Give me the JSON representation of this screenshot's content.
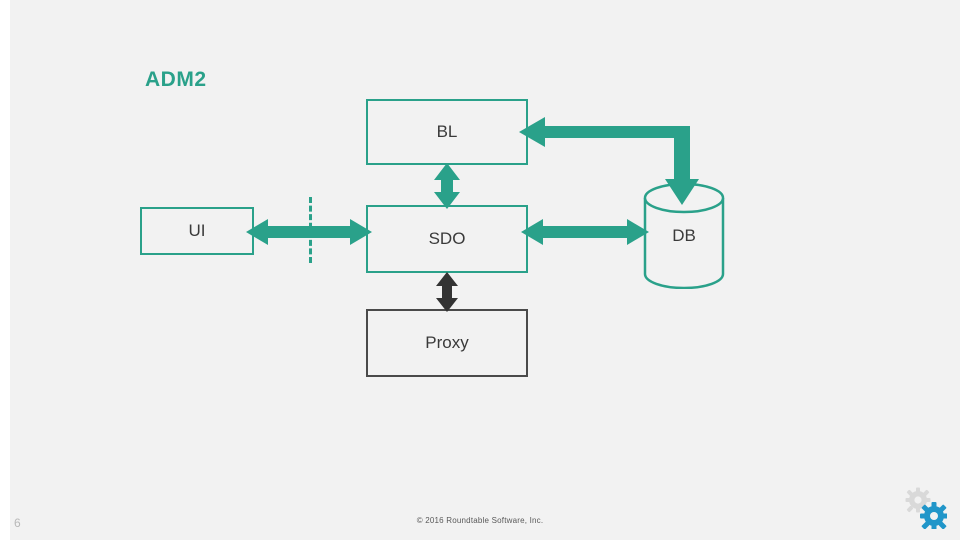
{
  "slide": {
    "title": "ADM2",
    "page_number": "6",
    "footer": "© 2016 Roundtable Software, Inc.",
    "background_color": "#f2f2f2",
    "accent_color": "#2aa18a",
    "dark_border_color": "#4a4a4a"
  },
  "diagram": {
    "type": "block-diagram",
    "nodes": [
      {
        "id": "bl",
        "label": "BL",
        "shape": "rectangle",
        "border": "teal"
      },
      {
        "id": "ui",
        "label": "UI",
        "shape": "rectangle",
        "border": "teal"
      },
      {
        "id": "sdo",
        "label": "SDO",
        "shape": "rectangle",
        "border": "teal"
      },
      {
        "id": "proxy",
        "label": "Proxy",
        "shape": "rectangle",
        "border": "dark"
      },
      {
        "id": "db",
        "label": "DB",
        "shape": "cylinder",
        "border": "teal"
      }
    ],
    "connectors": [
      {
        "id": "ui-sdo",
        "from": "ui",
        "to": "sdo",
        "direction": "bidirectional",
        "orientation": "horizontal",
        "color": "#2aa18a"
      },
      {
        "id": "bl-sdo",
        "from": "bl",
        "to": "sdo",
        "direction": "bidirectional",
        "orientation": "vertical",
        "color": "#2aa18a"
      },
      {
        "id": "sdo-db",
        "from": "sdo",
        "to": "db",
        "direction": "bidirectional",
        "orientation": "horizontal",
        "color": "#2aa18a"
      },
      {
        "id": "db-bl",
        "from": "db",
        "to": "bl",
        "direction": "elbow-left-down",
        "orientation": "elbow",
        "color": "#2aa18a"
      },
      {
        "id": "sdo-proxy",
        "from": "sdo",
        "to": "proxy",
        "direction": "bidirectional",
        "orientation": "vertical",
        "color": "#333333"
      }
    ],
    "divider": {
      "id": "client-server-divider",
      "style": "dashed",
      "color": "#2aa18a"
    }
  }
}
